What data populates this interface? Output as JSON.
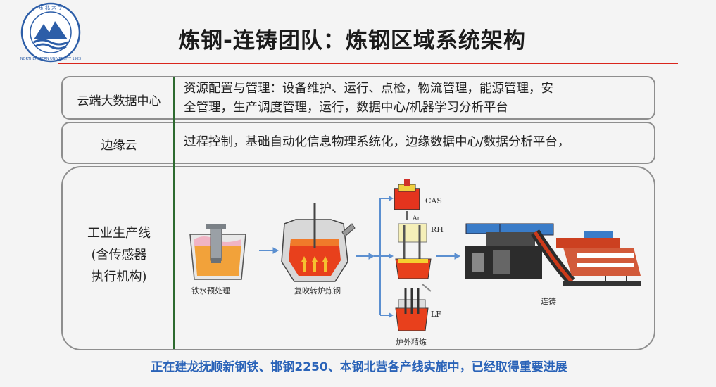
{
  "header": {
    "title": "炼钢-连铸团队：炼钢区域系统架构"
  },
  "rows": [
    {
      "label": "云端大数据中心",
      "text_line1": "资源配置与管理：设备维护、运行、点检，物流管理，能源管理，安",
      "text_line2": "全管理，生产调度管理，运行，数据中心/机器学习分析平台"
    },
    {
      "label": "边缘云",
      "text_line1": "过程控制，基础自动化信息物理系统化，边缘数据中心/数据分析平台，"
    },
    {
      "label_line1": "工业生产线",
      "label_line2": "(含传感器",
      "label_line3": "执行机构)"
    }
  ],
  "process": {
    "pretreatment": "铁水预处理",
    "converter": "复吹转炉炼钢",
    "cas": "CAS",
    "ar": "Ar",
    "rh": "RH",
    "lf": "LF",
    "refining": "炉外精炼",
    "casting": "连铸"
  },
  "footer": {
    "text": "正在建龙抚顺新钢铁、邯钢2250、本钢北营各产线实施中，已经取得重要进展"
  },
  "colors": {
    "accent_red": "#d9251c",
    "divider_green": "#2d6a2f",
    "footer_blue": "#2a63b8"
  }
}
